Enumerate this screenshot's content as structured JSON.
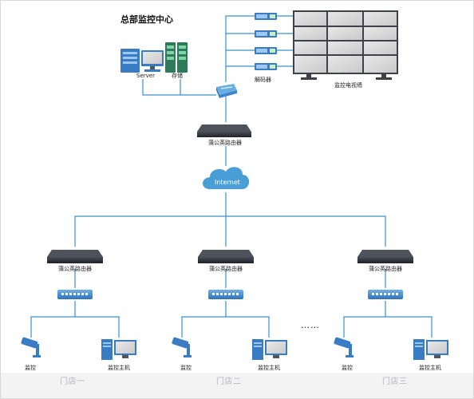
{
  "title": "总部监控中心",
  "hq": {
    "server_label": "Server",
    "storage_label": "存储",
    "decoder_label": "解码器",
    "videowall_label": "监控电视墙",
    "router_label": "蒲公英路由器"
  },
  "internet_label": "Internet",
  "ellipsis": "……",
  "stores": [
    {
      "router_label": "蒲公英路由器",
      "camera_label": "监控",
      "host_label": "监控主机",
      "name": "门店一"
    },
    {
      "router_label": "蒲公英路由器",
      "camera_label": "监控",
      "host_label": "监控主机",
      "name": "门店二"
    },
    {
      "router_label": "蒲公英路由器",
      "camera_label": "监控",
      "host_label": "监控主机",
      "name": "门店三"
    }
  ],
  "colors": {
    "line": "#3a8fd0",
    "device": "#2c2f35",
    "cloud": "#4a9ed8",
    "switch": "#3f86c9",
    "monitor": "#3a7cc4",
    "storage": "#3aa56a"
  }
}
